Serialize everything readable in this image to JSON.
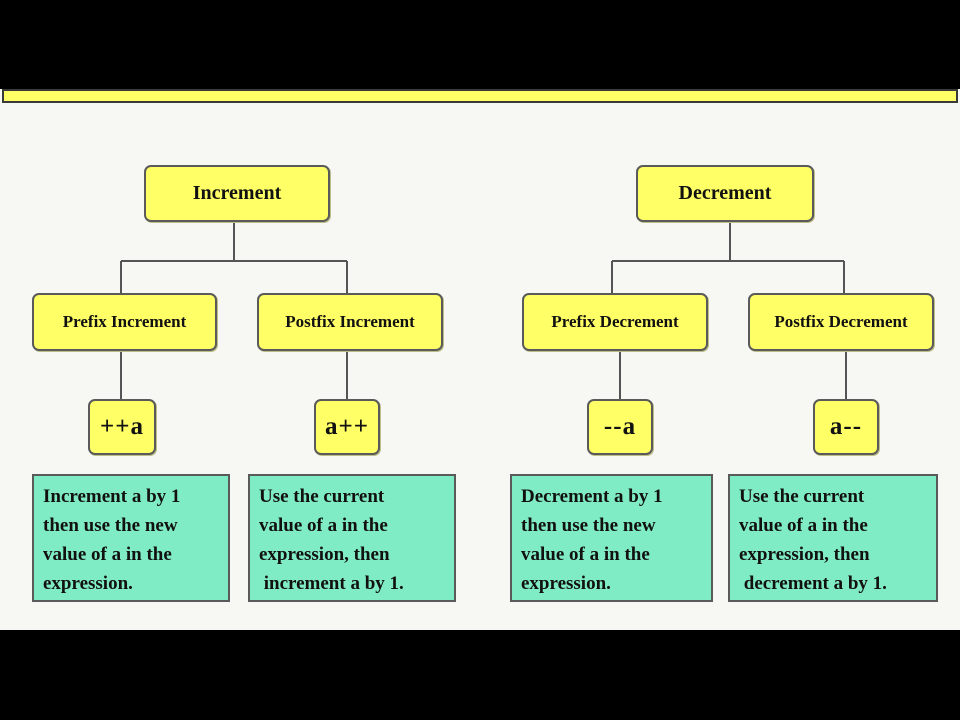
{
  "colors": {
    "node_fill": "#ffff66",
    "description_fill": "#80ecc6",
    "border": "#5a5a5a",
    "background": "#f7f7f4"
  },
  "increment": {
    "title": "Increment",
    "prefix": {
      "label": "Prefix Increment",
      "operator": "++a",
      "description": [
        "Increment a by 1",
        "then use the new",
        "value of a in the",
        "expression."
      ]
    },
    "postfix": {
      "label": "Postfix Increment",
      "operator": "a++",
      "description": [
        "Use the current",
        "value of a in the",
        "expression, then",
        " increment a by 1."
      ]
    }
  },
  "decrement": {
    "title": "Decrement",
    "prefix": {
      "label": "Prefix Decrement",
      "operator": "--a",
      "description": [
        "Decrement a by 1",
        "then use the new",
        "value of a in the",
        "expression."
      ]
    },
    "postfix": {
      "label": "Postfix Decrement",
      "operator": "a--",
      "description": [
        "Use the current",
        "value of a in the",
        "expression, then",
        " decrement a by 1."
      ]
    }
  }
}
